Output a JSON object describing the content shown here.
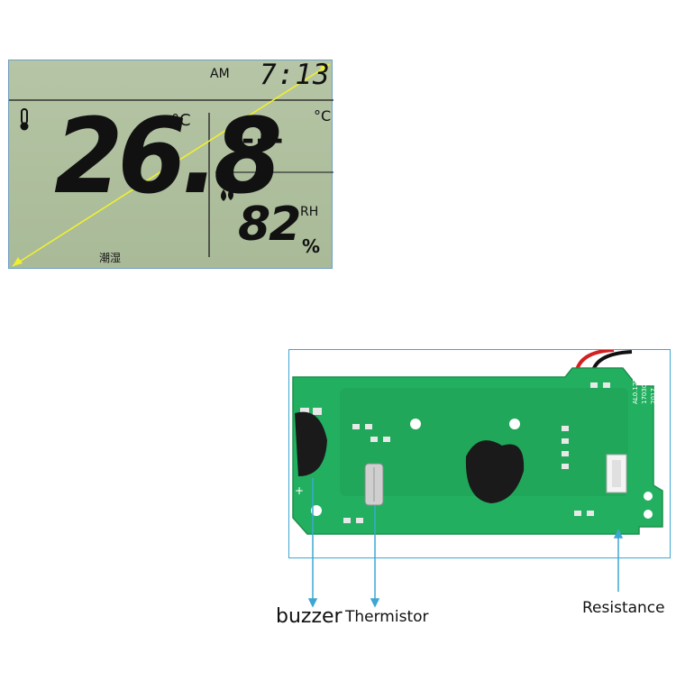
{
  "lcd": {
    "am": "AM",
    "time": "7:13",
    "temperature": "26.8",
    "temp_unit_main": "°C",
    "temp_unit_outdoor": "°C",
    "outdoor_temperature": "---",
    "humidity": "82",
    "rh_label": "RH",
    "percent": "%",
    "comfort_label": "潮湿",
    "icons": [
      "thermometer-icon",
      "droplet-icon"
    ]
  },
  "pcb": {
    "model_text": "AL0.12T-PCB REV2",
    "serial_text": "17030800163",
    "date_text": "2017.3.8"
  },
  "callouts": {
    "buzzer": "buzzer",
    "thermistor": "Thermistor",
    "resistance": "Resistance"
  },
  "colors": {
    "lcd_background": "#aebf9d",
    "pcb_green": "#22b060",
    "arrow_blue": "#3da7d2",
    "diagonal_yellow": "#f0f030"
  }
}
